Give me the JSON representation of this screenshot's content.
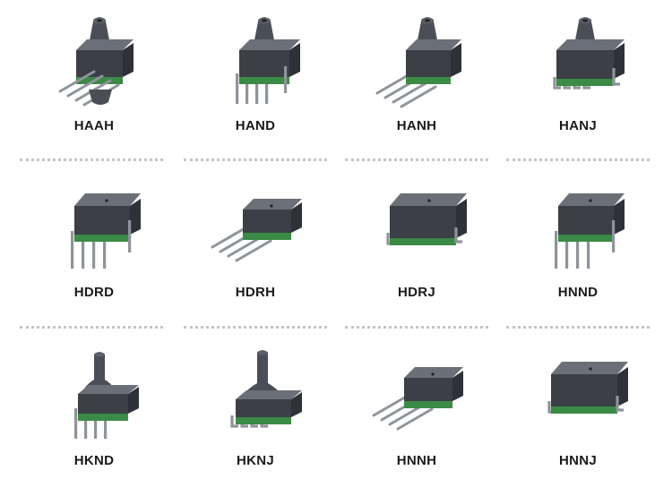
{
  "colors": {
    "body_top": "#6b6f78",
    "body_side": "#3c3f46",
    "pcb": "#3b8a45",
    "pin": "#8f939a",
    "label": "#1a1a1a"
  },
  "products": [
    {
      "code": "HAAH",
      "icon": "dual-port-axial-sensor-icon"
    },
    {
      "code": "HAND",
      "icon": "single-port-dip-sensor-icon"
    },
    {
      "code": "HANH",
      "icon": "single-port-sip-sensor-icon"
    },
    {
      "code": "HANJ",
      "icon": "single-port-smt-sensor-icon"
    },
    {
      "code": "HDRD",
      "icon": "dip-sensor-icon"
    },
    {
      "code": "HDRH",
      "icon": "sip-sensor-icon"
    },
    {
      "code": "HDRJ",
      "icon": "smt-sensor-icon"
    },
    {
      "code": "HNND",
      "icon": "dip-sensor-icon"
    },
    {
      "code": "HKND",
      "icon": "tall-port-dip-sensor-icon"
    },
    {
      "code": "HKNJ",
      "icon": "tall-port-smt-sensor-icon"
    },
    {
      "code": "HNNH",
      "icon": "sip-sensor-icon"
    },
    {
      "code": "HNNJ",
      "icon": "smt-sensor-icon"
    }
  ]
}
